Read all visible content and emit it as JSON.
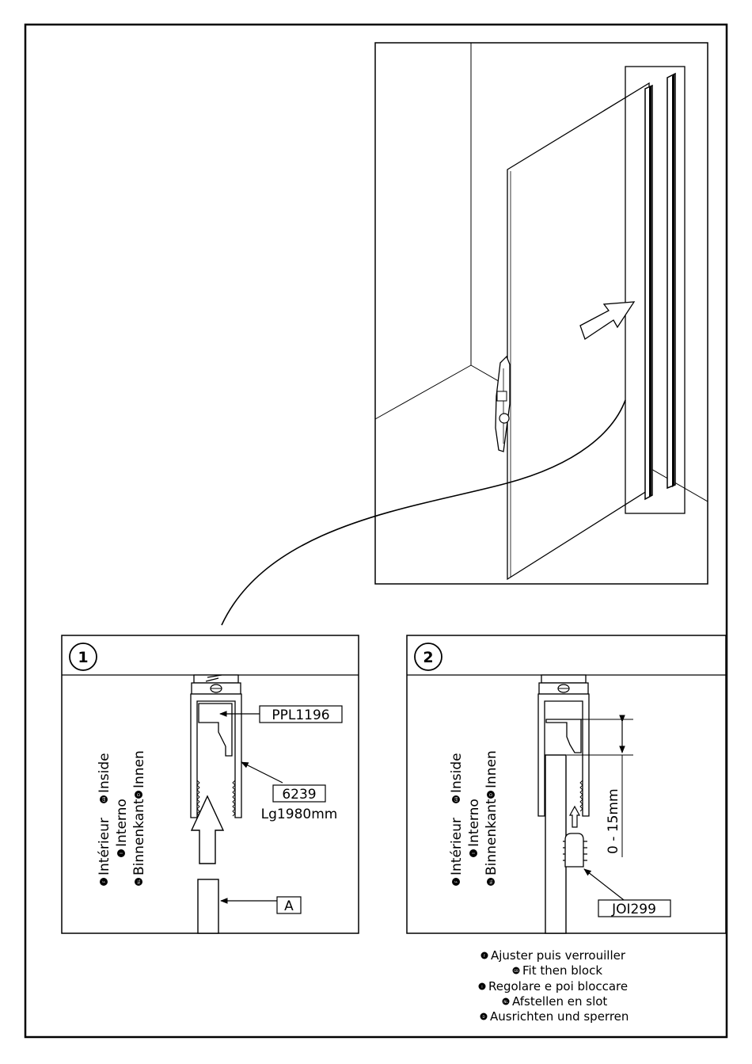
{
  "step1": {
    "number": "1",
    "orientation": {
      "line1": {
        "f": "Intérieur",
        "gb": "Inside"
      },
      "line2": {
        "i": "Interno"
      },
      "line3": {
        "nl": "Binnenkant",
        "d": "Innen"
      }
    },
    "parts": {
      "clip": "PPL1196",
      "profile": "6239",
      "profile_length": "Lg1980mm",
      "panel": "A"
    }
  },
  "step2": {
    "number": "2",
    "orientation": {
      "line1": {
        "f": "Intérieur",
        "gb": "Inside"
      },
      "line2": {
        "i": "Interno"
      },
      "line3": {
        "nl": "Binnenkant",
        "d": "Innen"
      }
    },
    "adjust_range": "0 - 15mm",
    "part": "JOI299"
  },
  "badges": {
    "f": "F",
    "gb": "GB",
    "i": "I",
    "nl": "NL",
    "d": "D"
  },
  "instructions": [
    {
      "lang": "F",
      "text": "Ajuster puis verrouiller"
    },
    {
      "lang": "GB",
      "text": "Fit then block"
    },
    {
      "lang": "I",
      "text": "Regolare e poi bloccare"
    },
    {
      "lang": "NL",
      "text": "Afstellen en slot"
    },
    {
      "lang": "D",
      "text": "Ausrichten und sperren"
    }
  ]
}
